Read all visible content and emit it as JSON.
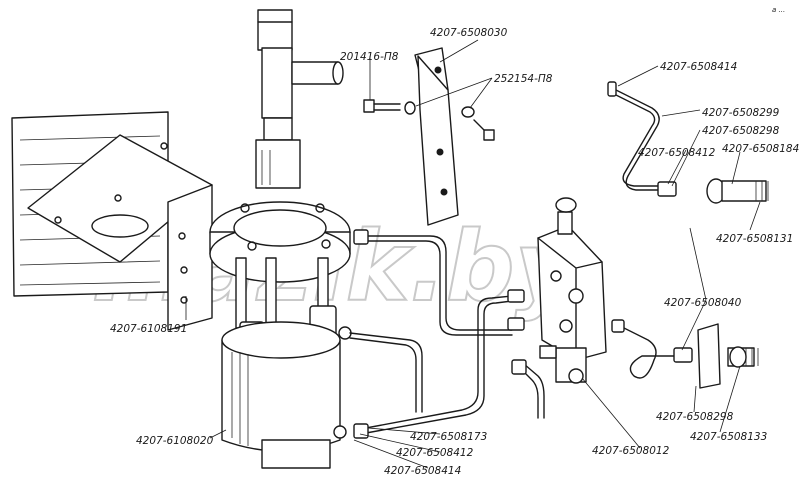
{
  "watermark": "mazik.by",
  "corner_mark": "a ...",
  "parts": [
    {
      "id": "p1",
      "label": "4207-6508030"
    },
    {
      "id": "p2",
      "label": "201416-П8"
    },
    {
      "id": "p3",
      "label": "252154-П8"
    },
    {
      "id": "p4",
      "label": "4207-6508414"
    },
    {
      "id": "p5",
      "label": "4207-6508299"
    },
    {
      "id": "p6",
      "label": "4207-6508298"
    },
    {
      "id": "p7",
      "label": "4207-6508412"
    },
    {
      "id": "p8",
      "label": "4207-6508184"
    },
    {
      "id": "p9",
      "label": "4207-6508131"
    },
    {
      "id": "p10",
      "label": "4207-6108191"
    },
    {
      "id": "p11",
      "label": "4207-6508040"
    },
    {
      "id": "p12",
      "label": "4207-6108020"
    },
    {
      "id": "p13",
      "label": "4207-6508173"
    },
    {
      "id": "p14",
      "label": "4207-6508412"
    },
    {
      "id": "p15",
      "label": "4207-6508414"
    },
    {
      "id": "p16",
      "label": "4207-6508012"
    },
    {
      "id": "p17",
      "label": "4207-6508298"
    },
    {
      "id": "p18",
      "label": "4207-6508133"
    }
  ]
}
